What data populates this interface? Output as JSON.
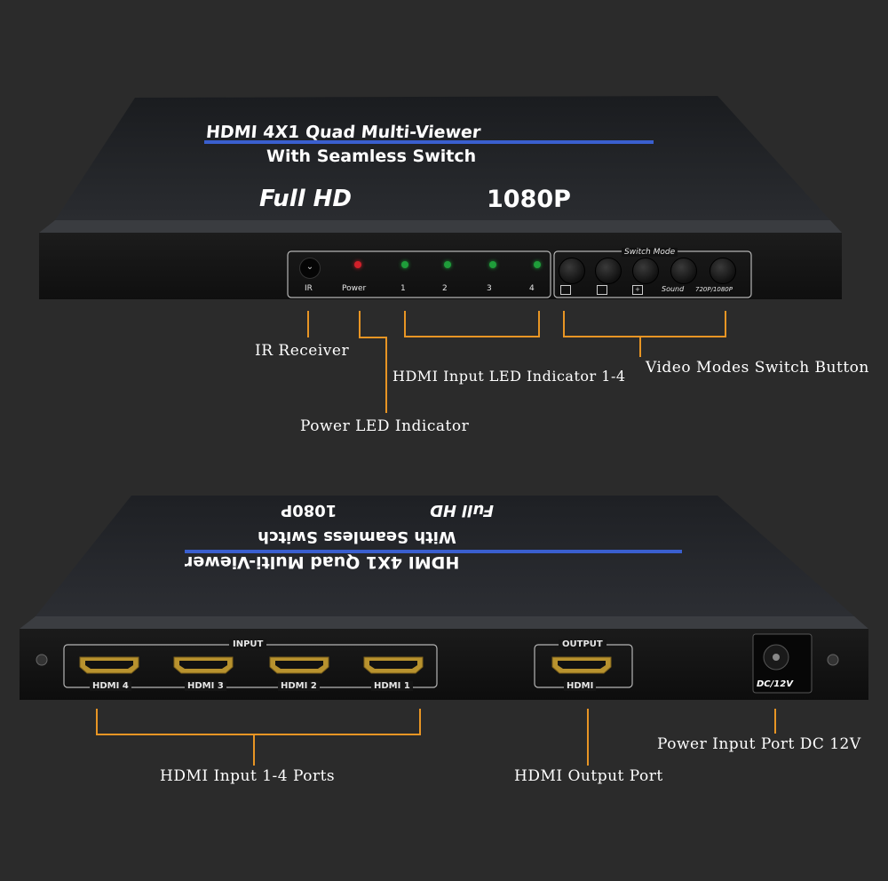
{
  "front_device": {
    "title": "HDMI 4X1 Quad Multi-Viewer",
    "subtitle": "With Seamless Switch",
    "badge_left": "Full HD",
    "badge_right": "1080P",
    "panel_labels": {
      "ir": "IR",
      "power": "Power",
      "in1": "1",
      "in2": "2",
      "in3": "3",
      "in4": "4",
      "switch_mode": "Switch Mode",
      "sound": "Sound",
      "res": "720P/1080P"
    },
    "colors": {
      "power_led": "#d2202a",
      "input_led": "#1f9d3a",
      "accent_line": "#3a5fcf"
    }
  },
  "back_device": {
    "title": "HDMI 4X1 Quad Multi-Viewer",
    "subtitle": "With Seamless Switch",
    "badge_left": "Full HD",
    "badge_right": "1080P",
    "input_group_label": "INPUT",
    "output_group_label": "OUTPUT",
    "ports": [
      "HDMI 4",
      "HDMI 3",
      "HDMI 2",
      "HDMI 1"
    ],
    "output_port": "HDMI",
    "power_port": "DC/12V"
  },
  "callouts": {
    "ir_receiver": "IR Receiver",
    "power_led": "Power LED Indicator",
    "hdmi_led": "HDMI Input LED Indicator 1-4",
    "video_modes": "Video Modes Switch Button",
    "hdmi_inputs": "HDMI Input 1-4 Ports",
    "hdmi_output": "HDMI Output Port",
    "power_input": "Power Input Port DC 12V"
  },
  "callout_color": "#e89524"
}
